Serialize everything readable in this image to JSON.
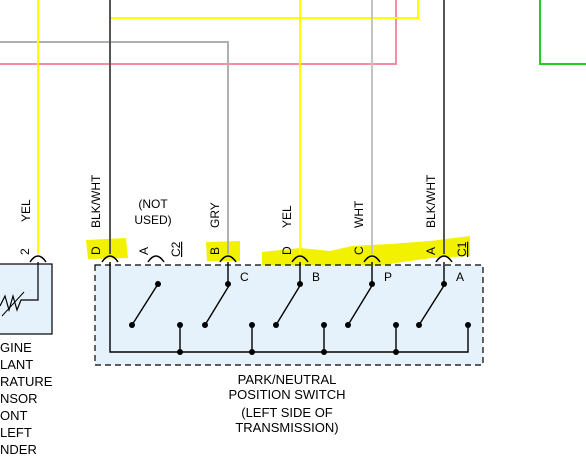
{
  "wire_colors": {
    "yellow": "#ffff00",
    "pink": "#f48ca4",
    "gray": "#b0b0b0",
    "dark": "#555555",
    "green": "#22cc22",
    "highlight": "#f2f200",
    "switch_bg": "#e6f2fb"
  },
  "wire_labels": {
    "left_yel": "YEL",
    "d_blkwht": "BLK/WHT",
    "not_used_1": "(NOT",
    "not_used_2": "USED)",
    "b_gry": "GRY",
    "d_yel": "YEL",
    "c_wht": "WHT",
    "a_blkwht": "BLK/WHT"
  },
  "pins": {
    "left_2": "2",
    "d": "D",
    "a": "A",
    "c2": "C2",
    "b": "B",
    "d2": "D",
    "c": "C",
    "a2": "A",
    "c1": "C1"
  },
  "switch_contacts": {
    "c": "C",
    "b": "B",
    "p": "P",
    "a": "A"
  },
  "switch_caption": {
    "line1": "PARK/NEUTRAL",
    "line2": "POSITION SWITCH",
    "line3": "(LEFT SIDE OF",
    "line4": "TRANSMISSION)"
  },
  "left_component": {
    "line1": "GINE",
    "line2": "LANT",
    "line3": "RATURE",
    "line4": "NSOR",
    "line5": "ONT",
    "line6": "LEFT",
    "line7": "NDER"
  }
}
